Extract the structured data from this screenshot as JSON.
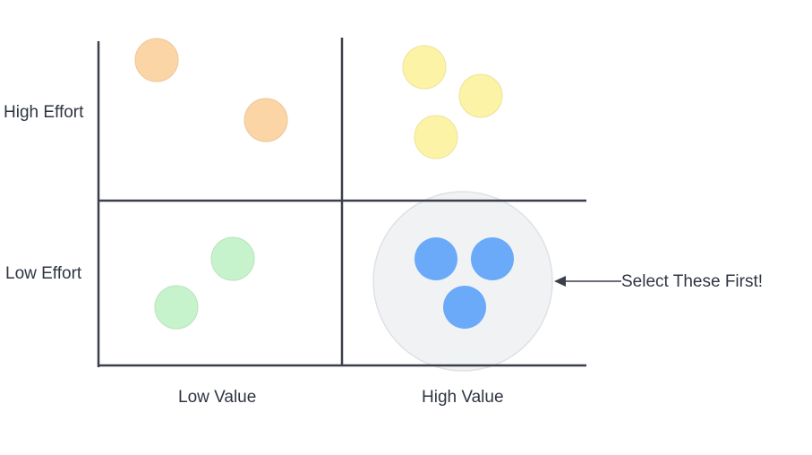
{
  "labels": {
    "high_effort": "High Effort",
    "low_effort": "Low Effort",
    "low_value": "Low Value",
    "high_value": "High Value",
    "callout": "Select These First!"
  },
  "colors": {
    "grid_line": "#3a3f4a",
    "high_effort_low_value": "#fbd5a6",
    "high_effort_high_value": "#fdf3a6",
    "low_effort_low_value": "#c6f3cb",
    "low_effort_high_value": "#6aaaf9",
    "highlight_fill": "#f1f2f4",
    "highlight_stroke": "#dfe1e5",
    "arrow": "#3a3f4a"
  },
  "icons": {
    "arrow": "arrow-left-icon"
  }
}
